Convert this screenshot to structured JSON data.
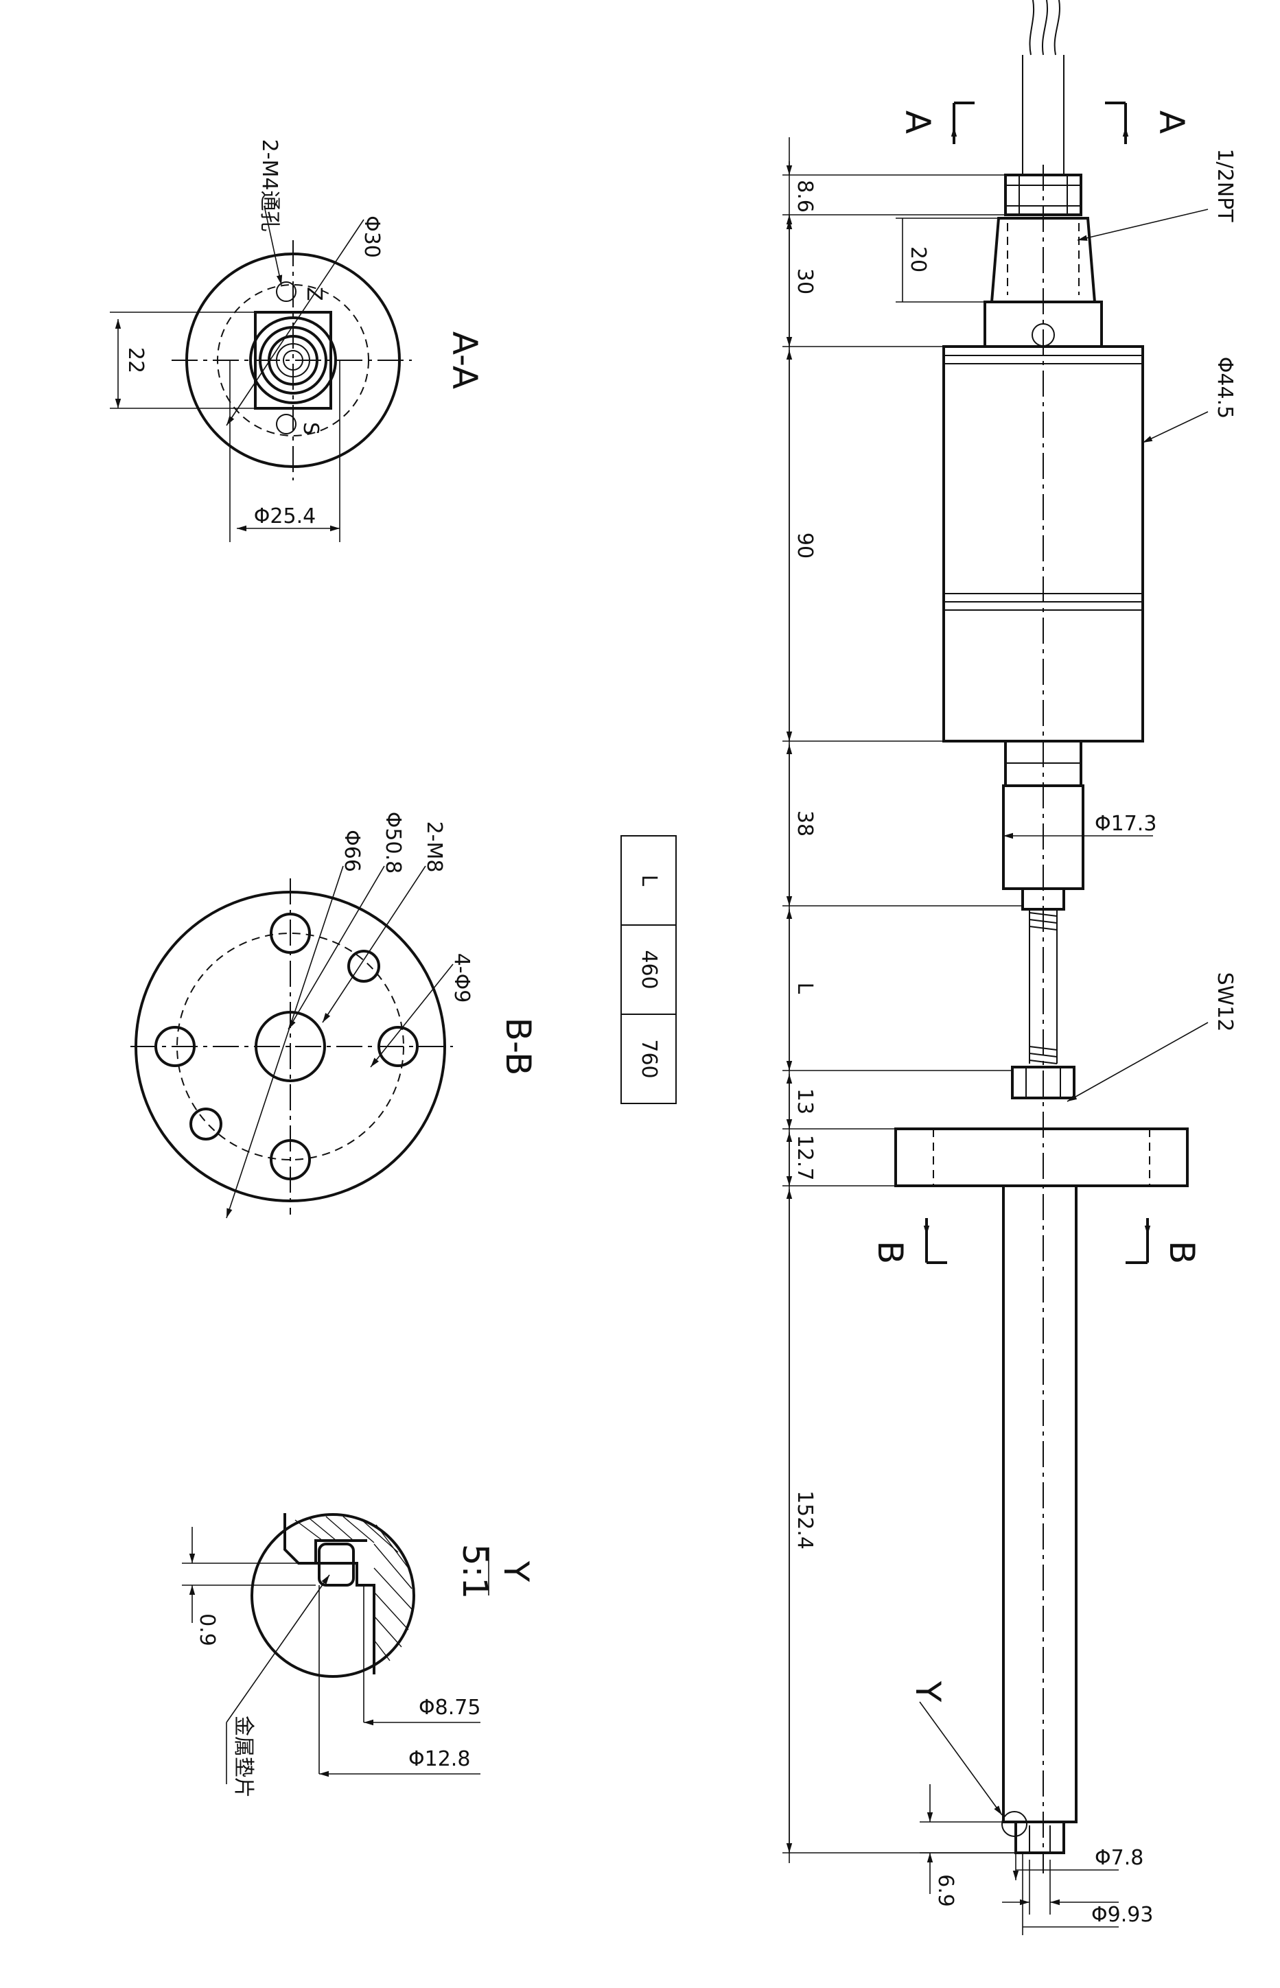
{
  "views": {
    "section_aa": {
      "title": "A-A",
      "d_bolt": "2-M4通孔",
      "d_pcd": "Φ30",
      "d_flats": "22",
      "d_thread": "Φ25.4",
      "mark_z": "Z",
      "mark_s": "S"
    },
    "section_bb": {
      "title": "B-B",
      "d_holes": "2-M8",
      "d_pcd": "Φ50.8",
      "d_outer": "Φ66",
      "d_small": "4-Φ9"
    },
    "detail_y": {
      "title": "Y",
      "scale": "5:1",
      "d_gap": "0.9",
      "d_inner": "Φ8.75",
      "d_outer": "Φ12.8",
      "note": "金属垫片"
    }
  },
  "section_marks": {
    "a_left": "A",
    "a_right": "A",
    "b_left": "B",
    "b_right": "B",
    "y_mark": "Y"
  },
  "main_view": {
    "d_8_6": "8.6",
    "d_30": "30",
    "d_20": "20",
    "d_90": "90",
    "d_38": "38",
    "d_L": "L",
    "d_13": "13",
    "d_12_7": "12.7",
    "d_152_4": "152.4",
    "d_6_9": "6.9",
    "d_npt": "1/2NPT",
    "d_44_5": "Φ44.5",
    "d_17_3": "Φ17.3",
    "d_sw12": "SW12",
    "d_7_8": "Φ7.8",
    "d_9_93": "Φ9.93"
  },
  "length_table": {
    "header": "L",
    "values": [
      "460",
      "760"
    ]
  }
}
